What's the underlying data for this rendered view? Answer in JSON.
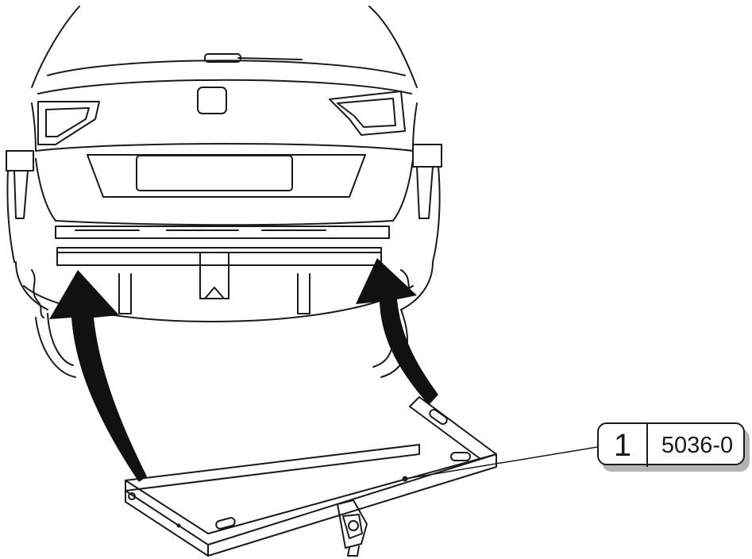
{
  "callout": {
    "number": "1",
    "part_number": "5036-0"
  },
  "colors": {
    "line": "#1a1a1a",
    "arrow_fill": "#111111",
    "callout_shadow": "#b4b4b4",
    "background": "#ffffff"
  },
  "icons": [
    "car-rear-outline",
    "tow-bar-outline",
    "curved-arrow-left",
    "curved-arrow-right"
  ]
}
